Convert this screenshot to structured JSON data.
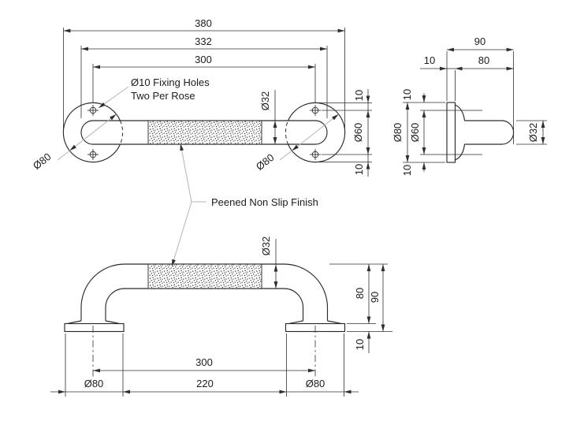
{
  "colors": {
    "background": "#ffffff",
    "line": "#2a2a2a",
    "dimension": "#2f2f2f",
    "leader": "#b4b4b4",
    "text": "#1c1c1c"
  },
  "top_view": {
    "d380": "380",
    "d332": "332",
    "d300": "300",
    "note_line1": "Ø10 Fixing Holes",
    "note_line2": "Two Per Rose",
    "rose_left_dia": "Ø80",
    "rose_right_dia": "Ø80",
    "tube_dia": "Ø32",
    "edge_to_hole_top": "10",
    "hole_pitch_dia": "Ø60",
    "edge_to_hole_bottom": "10"
  },
  "side_view": {
    "d90": "90",
    "d10": "10",
    "d80": "80",
    "rose_dia": "Ø80",
    "hole_pitch_dia": "Ø60",
    "edge_to_hole_top": "10",
    "edge_to_hole_bottom": "10",
    "tube_dia": "Ø32"
  },
  "front_view": {
    "tube_dia": "Ø32",
    "d80": "80",
    "d90": "90",
    "d10": "10",
    "d300": "300",
    "d220": "220",
    "flange_left_dia": "Ø80",
    "flange_right_dia": "Ø80"
  },
  "finish_note": "Peened Non Slip Finish"
}
